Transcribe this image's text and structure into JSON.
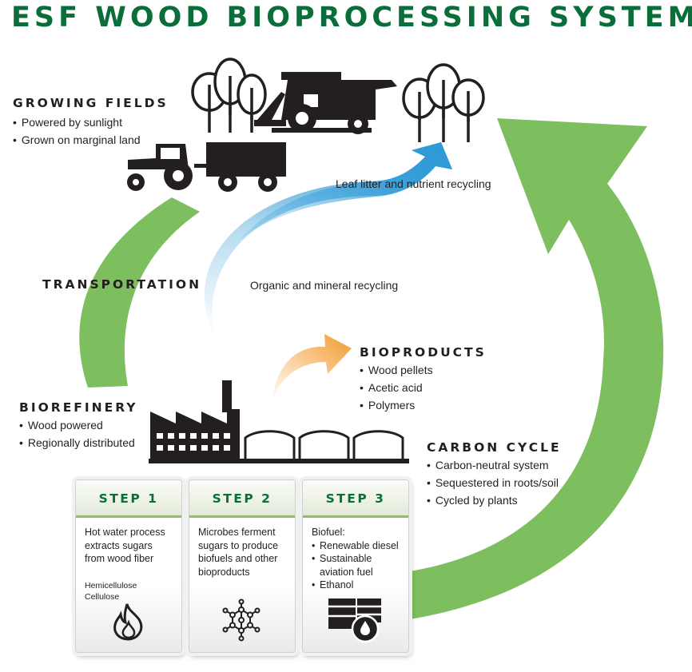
{
  "title": "ESF WOOD BIOPROCESSING SYSTEM",
  "colors": {
    "title_green": "#0a6e3a",
    "cycle_arrow_green": "#7dbe5f",
    "recycling_arrow_blue": "#2e9ad6",
    "bioproducts_arrow_orange": "#f29a2e",
    "icon_black": "#231f20"
  },
  "growing_fields": {
    "heading": "GROWING FIELDS",
    "bullets": [
      "Powered by sunlight",
      "Grown on marginal land"
    ]
  },
  "transportation": {
    "heading": "TRANSPORTATION"
  },
  "biorefinery": {
    "heading": "BIOREFINERY",
    "bullets": [
      "Wood powered",
      "Regionally distributed"
    ]
  },
  "bioproducts": {
    "heading": "BIOPRODUCTS",
    "bullets": [
      "Wood pellets",
      "Acetic acid",
      "Polymers"
    ]
  },
  "carbon_cycle": {
    "heading": "CARBON CYCLE",
    "bullets": [
      "Carbon-neutral system",
      "Sequestered in roots/soil",
      "Cycled by plants"
    ]
  },
  "notes": {
    "leaf_litter": "Leaf litter and nutrient recycling",
    "organic_mineral": "Organic and mineral recycling"
  },
  "icons": [
    "tree-icon",
    "combine-harvester-icon",
    "tractor-trailer-icon",
    "factory-icon",
    "storage-tank-icon",
    "fire-icon",
    "molecule-icon",
    "fuel-barrel-icon"
  ],
  "steps": [
    {
      "label": "STEP 1",
      "text": "Hot water process extracts sugars from wood fiber",
      "sub": [
        "Hemicellulose",
        "Cellulose"
      ],
      "icon": "fire-icon"
    },
    {
      "label": "STEP 2",
      "text": "Microbes ferment sugars to produce biofuels and other bioproducts",
      "icon": "molecule-icon"
    },
    {
      "label": "STEP 3",
      "text": "Biofuel:",
      "bullets": [
        "Renewable diesel",
        "Sustainable aviation fuel",
        "Ethanol"
      ],
      "icon": "fuel-barrel-icon"
    }
  ]
}
